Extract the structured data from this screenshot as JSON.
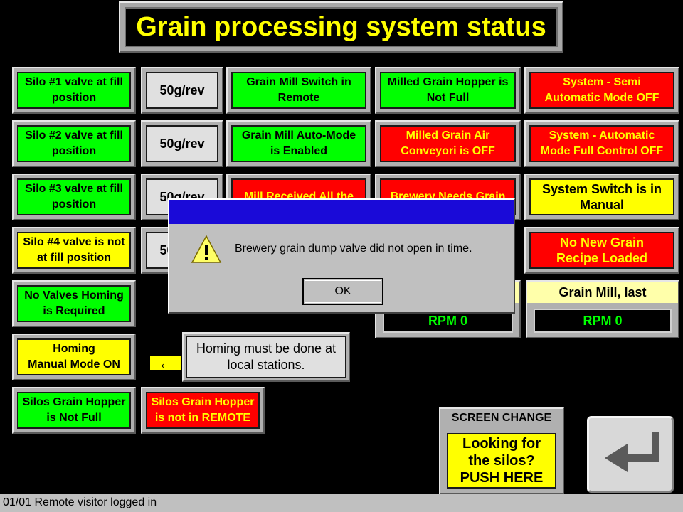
{
  "title": "Grain processing system status",
  "col1": [
    {
      "text": "Silo #1 valve at fill\nposition",
      "color": "green"
    },
    {
      "text": "Silo #2 valve at fill\nposition",
      "color": "green"
    },
    {
      "text": "Silo #3 valve at fill\nposition",
      "color": "green"
    },
    {
      "text": "Silo #4 valve is not\nat fill position",
      "color": "yellow"
    },
    {
      "text": "No Valves Homing\nis Required",
      "color": "green"
    },
    {
      "text": "Homing\nManual Mode ON",
      "color": "yellow"
    },
    {
      "text": "Silos Grain Hopper\nis Not Full",
      "color": "green"
    }
  ],
  "rates": [
    "50g/rev",
    "50g/rev",
    "50g/rev",
    "50g/rev"
  ],
  "col3": [
    {
      "text": "Grain Mill Switch in\nRemote",
      "color": "green"
    },
    {
      "text": "Grain Mill Auto-Mode\nis Enabled",
      "color": "green"
    },
    {
      "text": "Mill Received All the",
      "color": "red"
    }
  ],
  "col4": [
    {
      "text": "Milled Grain Hopper is\nNot Full",
      "color": "green"
    },
    {
      "text": "Milled Grain Air\nConveyori is OFF",
      "color": "red"
    },
    {
      "text": "Brewery Needs Grain",
      "color": "red"
    }
  ],
  "col5": [
    {
      "text": "System - Semi\nAutomatic Mode OFF",
      "color": "red"
    },
    {
      "text": "System - Automatic\nMode Full Control OFF",
      "color": "red"
    },
    {
      "text": "System Switch is in\nManual",
      "color": "yellow"
    },
    {
      "text": "No New Grain\nRecipe Loaded",
      "color": "red"
    }
  ],
  "silos_hopper_remote": {
    "text": "Silos Grain Hopper\nis not in REMOTE",
    "color": "red"
  },
  "homing_note": "Homing must be done at\nlocal stations.",
  "arrow": "←",
  "rpm_left": {
    "label": "",
    "value": "RPM 0"
  },
  "rpm_right": {
    "label": "Grain Mill, last",
    "value": "RPM 0"
  },
  "screen_change": {
    "label": "SCREEN CHANGE",
    "button": "Looking for\nthe silos?\nPUSH HERE"
  },
  "enter_key": {
    "icon": "return-arrow-icon"
  },
  "dialog": {
    "message": "Brewery grain dump valve did not open in time.",
    "ok": "OK",
    "icon": "warning-icon"
  },
  "status_bar": "01/01 Remote visitor logged  in",
  "colors": {
    "green": "#00ff00",
    "red": "#ff0000",
    "yellow": "#ffff00",
    "dialog_title": "#1a0ad8"
  }
}
